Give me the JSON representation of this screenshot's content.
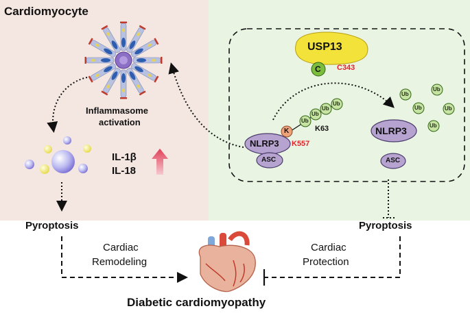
{
  "panels": {
    "left_title": "Cardiomyocyte"
  },
  "labels": {
    "inflammasome_line1": "Inflammasome",
    "inflammasome_line2": "activation",
    "il1b": "IL-1β",
    "il18": "IL-18",
    "pyroptosis_left": "Pyroptosis",
    "pyroptosis_right": "Pyroptosis",
    "cardiac_remodeling_line1": "Cardiac",
    "cardiac_remodeling_line2": "Remodeling",
    "cardiac_protection_line1": "Cardiac",
    "cardiac_protection_line2": "Protection",
    "bottom_title": "Diabetic cardiomyopathy"
  },
  "molecules": {
    "usp13": "USP13",
    "cysteine": "C",
    "c343": "C343",
    "nlrp3_bound": "NLRP3",
    "asc_bound": "ASC",
    "lysine": "K",
    "k557": "K557",
    "k63": "K63",
    "ub": "Ub",
    "nlrp3_free": "NLRP3",
    "asc_free": "ASC"
  },
  "colors": {
    "left_panel": "#f4e6e0",
    "right_panel": "#e9f4e2",
    "usp13_yellow": "#f3e23a",
    "c_green": "#7dbd3d",
    "nlrp3_purple": "#b6a3cf",
    "k_orange": "#eda27a",
    "ub_green": "#c7e3a4",
    "arrow_red": "#e04058",
    "accent_red": "#e8202a"
  }
}
